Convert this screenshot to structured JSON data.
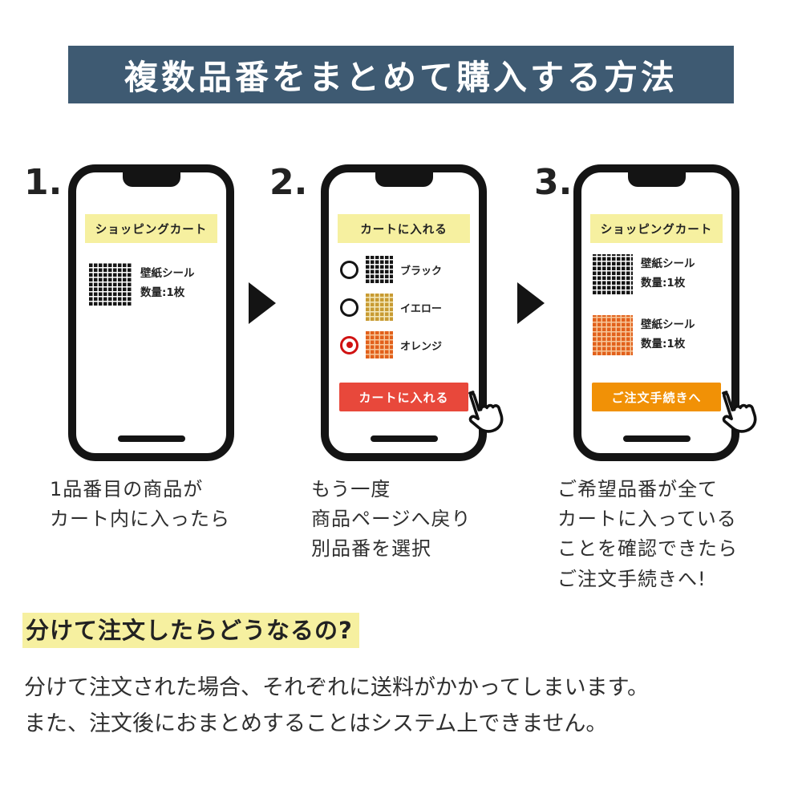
{
  "header": {
    "title": "複数品番をまとめて購入する方法",
    "bg_color": "#3e5a72"
  },
  "colors": {
    "banner_yellow": "#f6f0a0",
    "button_red": "#e8483b",
    "button_orange": "#f19106",
    "highlight_yellow": "#f6f0a0",
    "swatch_black": "#151515",
    "swatch_yellow": "#c89b33",
    "swatch_orange": "#e2611c",
    "radio_selected_red": "#d01212"
  },
  "steps": [
    {
      "number": "1.",
      "banner": "ショッピングカート",
      "items": [
        {
          "swatch": "black-grid-swatch",
          "name": "壁紙シール",
          "qty": "数量:1枚"
        }
      ],
      "caption_lines": [
        "1品番目の商品が",
        "カート内に入ったら"
      ]
    },
    {
      "number": "2.",
      "banner": "カートに入れる",
      "options": [
        {
          "swatch": "black-grid-swatch",
          "label": "ブラック",
          "selected": false
        },
        {
          "swatch": "yellow-grid-swatch",
          "label": "イエロー",
          "selected": false
        },
        {
          "swatch": "orange-grid-swatch",
          "label": "オレンジ",
          "selected": true
        }
      ],
      "button": "カートに入れる",
      "caption_lines": [
        "もう一度",
        "商品ページへ戻り",
        "別品番を選択"
      ]
    },
    {
      "number": "3.",
      "banner": "ショッピングカート",
      "items": [
        {
          "swatch": "black-grid-swatch",
          "name": "壁紙シール",
          "qty": "数量:1枚"
        },
        {
          "swatch": "orange-grid-swatch",
          "name": "壁紙シール",
          "qty": "数量:1枚"
        }
      ],
      "button": "ご注文手続きへ",
      "caption_lines": [
        "ご希望品番が全て",
        "カートに入っている",
        "ことを確認できたら",
        "ご注文手続きへ!"
      ]
    }
  ],
  "bottom": {
    "heading": "分けて注文したらどうなるの?",
    "lines": [
      "分けて注文された場合、それぞれに送料がかかってしまいます。",
      "また、注文後におまとめすることはシステム上できません。"
    ]
  }
}
